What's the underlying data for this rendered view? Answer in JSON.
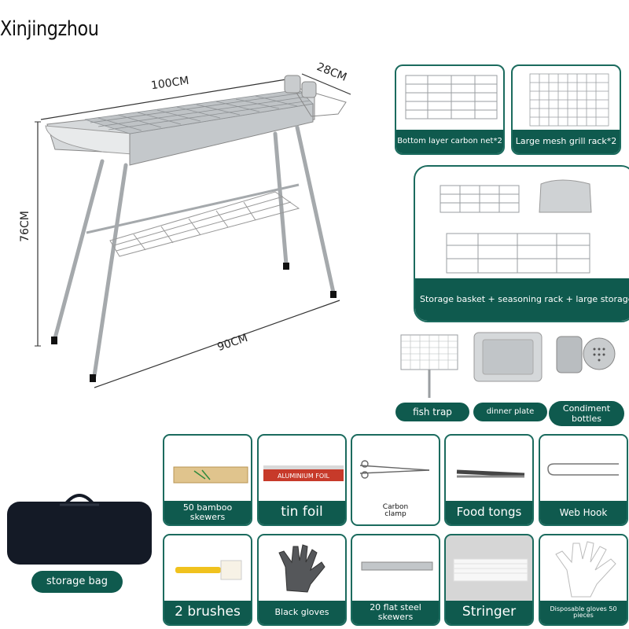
{
  "brand": "Xinjingzhou",
  "dimensions": {
    "length": "100CM",
    "depth": "28CM",
    "height": "76CM",
    "base": "90CM"
  },
  "accessory_cards": [
    {
      "label": "Bottom layer carbon net*2"
    },
    {
      "label": "Large mesh grill rack*2"
    },
    {
      "label": "Storage basket + seasoning rack + large storage shelf"
    }
  ],
  "pills": [
    {
      "label": "fish trap"
    },
    {
      "label": "dinner plate"
    },
    {
      "label": "Condiment bottles"
    },
    {
      "label": "storage bag"
    }
  ],
  "items": [
    {
      "label": "50 bamboo skewers",
      "big": false
    },
    {
      "label": "tin foil",
      "big": true
    },
    {
      "label": "Carbon clamp",
      "big": false
    },
    {
      "label": "Food tongs",
      "big": true
    },
    {
      "label": "Web Hook",
      "big": false
    },
    {
      "label": "2 brushes",
      "big": true
    },
    {
      "label": "Black gloves",
      "big": false
    },
    {
      "label": "20 flat steel skewers",
      "big": false
    },
    {
      "label": "Stringer",
      "big": true
    },
    {
      "label": "Disposable gloves 50 pieces",
      "big": false
    }
  ],
  "foil_box_text": "ALUMINIUM FOIL",
  "colors": {
    "accent": "#0f5a4e",
    "steel": "#b8bcbf",
    "bag": "#141a26"
  }
}
